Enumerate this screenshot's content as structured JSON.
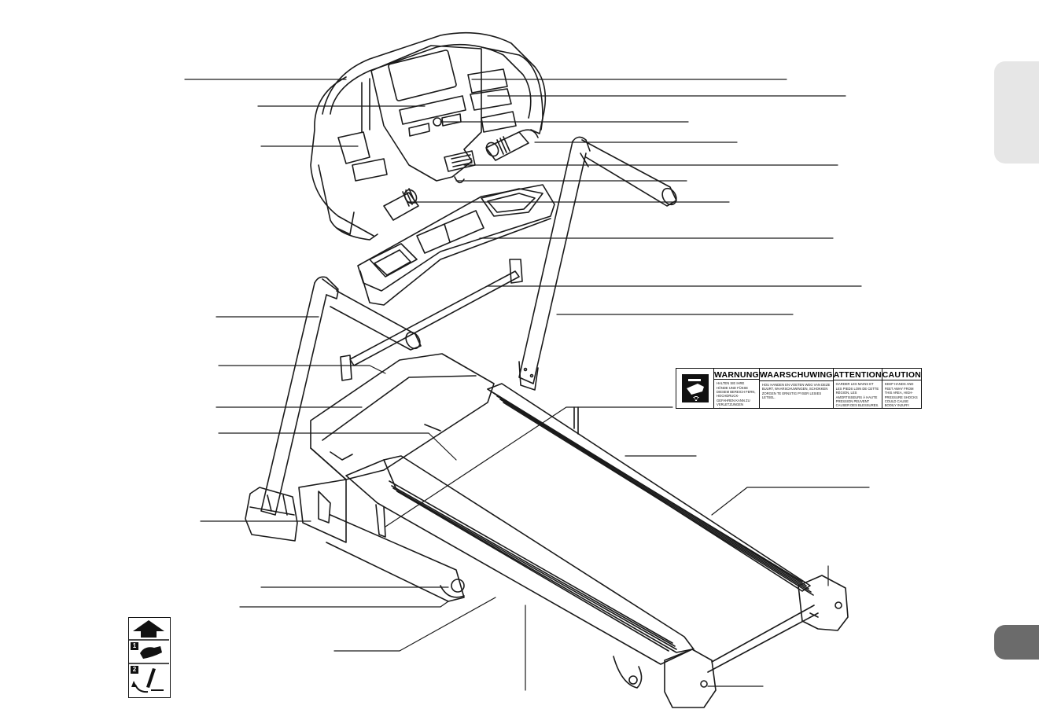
{
  "warning_label": {
    "columns": [
      {
        "heading": "WARNUNG",
        "body": "Halten Sie Ihre Hände und Füße diesem Bereich fern, Hochdruck-Gefahren kann zu Verletzungen führen."
      },
      {
        "heading": "WAARSCHUWING",
        "body": "Hou handen en voeten weg van deze buurt, waarschuwingen, schokken zorgen te ernstig pyser lesies letsel."
      },
      {
        "heading": "ATTENTION",
        "body": "Garder les mains et les pieds loin de cette région, les amortisseurs à haute pression peuvent causer des blessures."
      },
      {
        "heading": "CAUTION",
        "body": "Keep hands and feet away from this area, high-pressure shocks could cause bodily injury."
      }
    ]
  },
  "pictogram": {
    "step_1": "1",
    "step_2": "2"
  }
}
